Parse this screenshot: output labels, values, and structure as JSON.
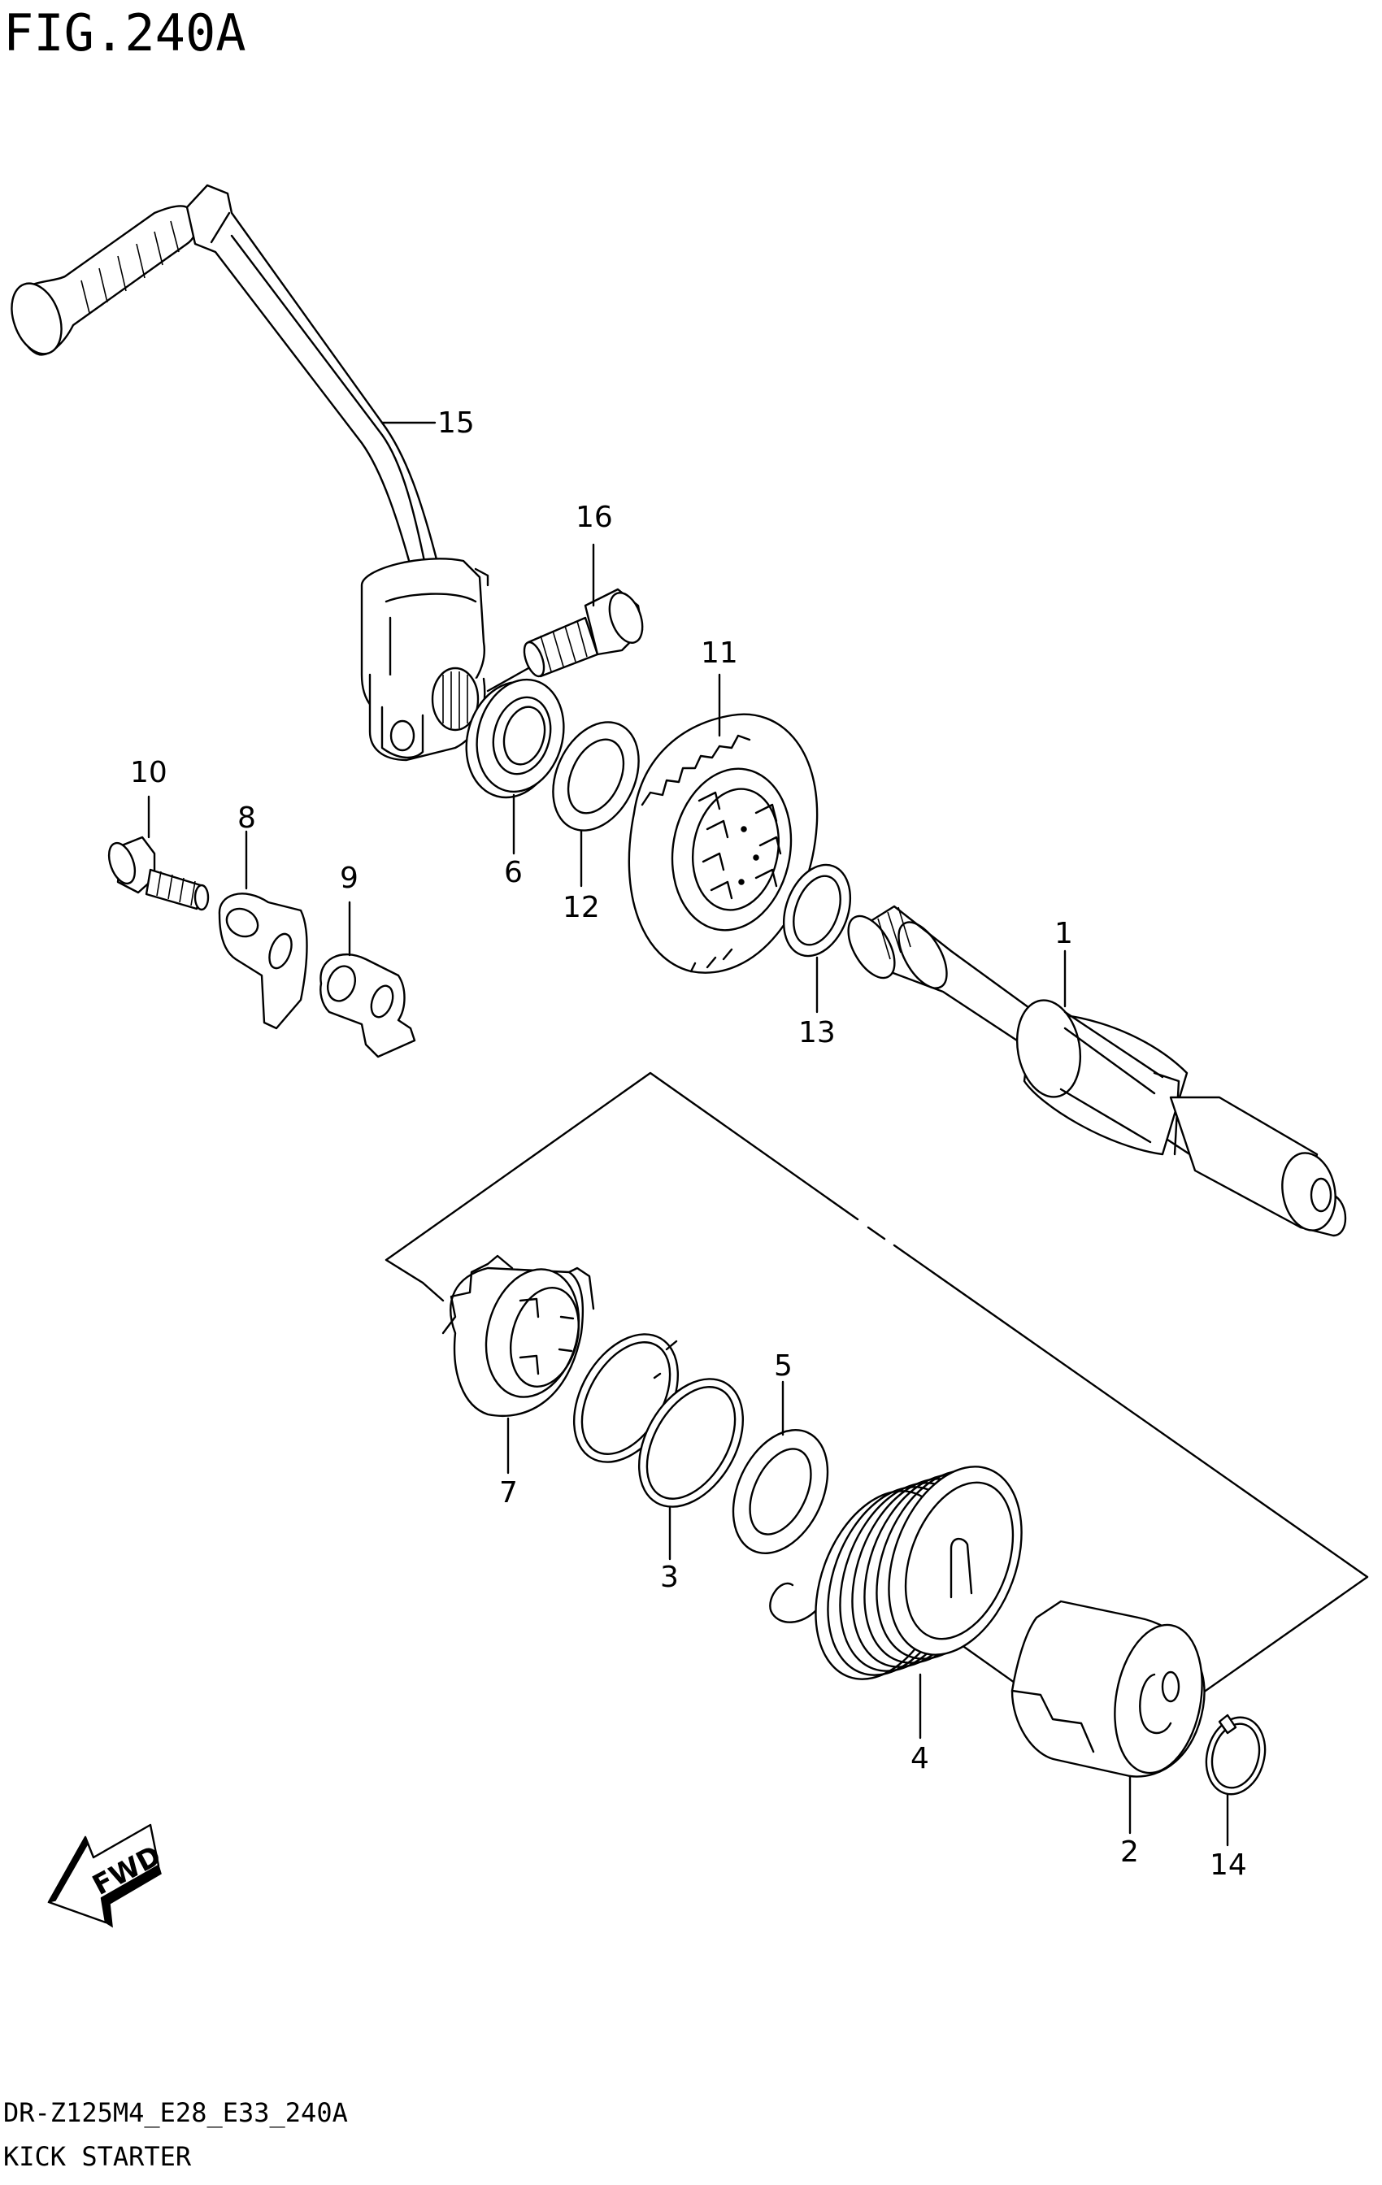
{
  "figure": {
    "title": "FIG.240A",
    "footer_code": "DR-Z125M4_E28_E33_240A",
    "footer_name": "KICK STARTER",
    "fwd_label": "FWD"
  },
  "callouts": {
    "c1": "1",
    "c2": "2",
    "c3": "3",
    "c4": "4",
    "c5": "5",
    "c6": "6",
    "c7": "7",
    "c8": "8",
    "c9": "9",
    "c10": "10",
    "c11": "11",
    "c12": "12",
    "c13": "13",
    "c14": "14",
    "c15": "15",
    "c16": "16"
  },
  "icons": {
    "fwd_arrow": "fwd-arrow-icon"
  }
}
